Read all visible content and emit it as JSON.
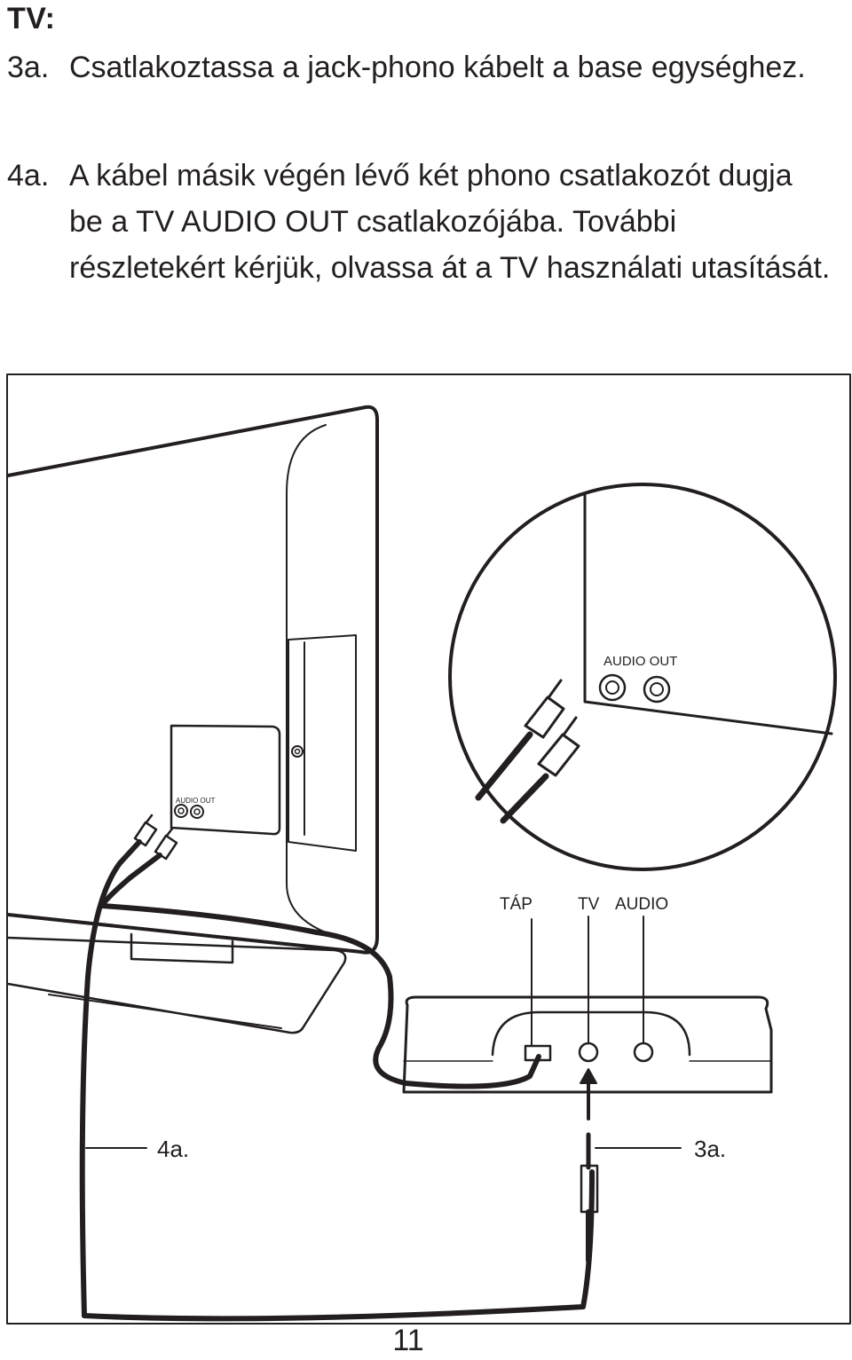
{
  "heading": "TV:",
  "steps": [
    {
      "num": "3a.",
      "text": "Csatlakoztassa a jack-phono kábelt a base egységhez."
    },
    {
      "num": "4a.",
      "text": "A kábel másik végén lévő két phono csatlakozót dugja be a TV AUDIO OUT csatlakozójába. További részletekért kérjük, olvassa át a TV használati utasítását."
    }
  ],
  "figure": {
    "tv_panel_label": "AUDIO OUT",
    "zoom_label": "AUDIO OUT",
    "base_labels": {
      "power": "TÁP",
      "tv": "TV",
      "audio": "AUDIO"
    },
    "callout_4a": "4a.",
    "callout_3a": "3a."
  },
  "page_number": "11"
}
